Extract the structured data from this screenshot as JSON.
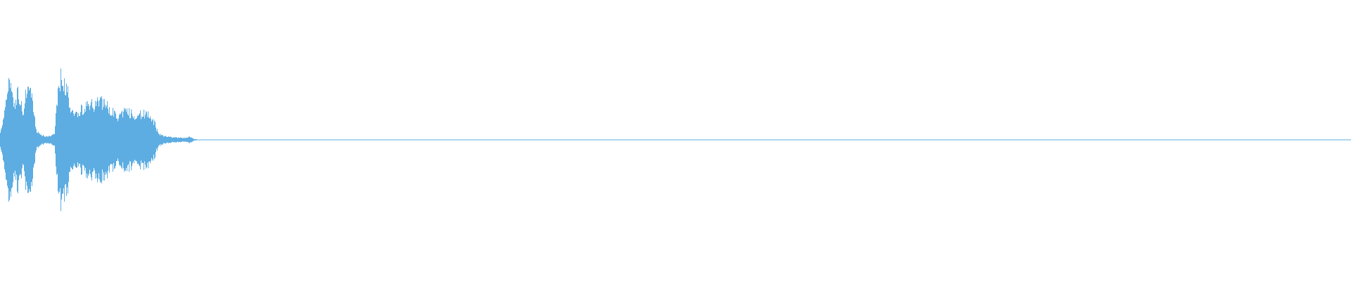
{
  "waveform": {
    "color": "#5dade2",
    "background": "#ffffff",
    "amplitude_envelope": [
      0.1,
      0.45,
      0.95,
      0.55,
      0.7,
      0.4,
      0.85,
      0.6,
      0.12,
      0.08,
      0.05,
      0.05,
      0.08,
      0.95,
      0.88,
      0.7,
      0.38,
      0.4,
      0.45,
      0.5,
      0.55,
      0.52,
      0.6,
      0.55,
      0.48,
      0.42,
      0.32,
      0.38,
      0.45,
      0.4,
      0.35,
      0.38,
      0.4,
      0.36,
      0.28,
      0.1,
      0.06,
      0.05,
      0.04,
      0.035,
      0.03,
      0.025,
      0.05,
      0.01,
      0.005,
      0.005,
      0.004,
      0.004,
      0.004,
      0.004,
      0.005,
      0.005,
      0.006,
      0.006,
      0.006,
      0.006,
      0.005,
      0.005,
      0.005,
      0.004,
      0.004,
      0.004,
      0.004,
      0.003,
      0.003,
      0.003,
      0.003,
      0.003,
      0.003,
      0.003,
      0.003,
      0.003,
      0.003,
      0.003,
      0.003,
      0.003,
      0.003,
      0.003,
      0.003,
      0.003,
      0.003,
      0.003,
      0.004,
      0.004,
      0.004,
      0.004,
      0.004,
      0.004,
      0.005,
      0.005,
      0.005,
      0.005,
      0.005,
      0.005,
      0.004,
      0.004,
      0.004,
      0.004,
      0.004,
      0.004,
      0.004,
      0.004,
      0.004,
      0.004,
      0.004,
      0.004,
      0.003,
      0.003,
      0.003,
      0.003,
      0.003,
      0.003,
      0.003,
      0.003,
      0.003,
      0.003,
      0.003,
      0.003,
      0.003,
      0.003,
      0.003,
      0.003,
      0.003,
      0.003,
      0.003,
      0.003,
      0.003,
      0.003,
      0.003,
      0.003,
      0.004,
      0.004,
      0.004,
      0.003,
      0.003,
      0.003,
      0.003,
      0.003,
      0.003,
      0.004,
      0.004,
      0.004,
      0.004,
      0.004,
      0.004,
      0.004,
      0.004,
      0.004,
      0.004,
      0.004,
      0.004,
      0.004,
      0.004,
      0.004,
      0.004,
      0.004,
      0.004,
      0.004,
      0.004,
      0.004,
      0.004,
      0.004,
      0.004,
      0.004,
      0.004,
      0.004,
      0.004,
      0.004,
      0.004,
      0.004,
      0.004,
      0.004,
      0.004,
      0.004,
      0.004,
      0.004,
      0.004,
      0.004,
      0.004,
      0.004,
      0.004,
      0.004,
      0.004,
      0.004,
      0.004,
      0.004,
      0.004,
      0.004,
      0.004,
      0.004,
      0.004,
      0.004,
      0.004,
      0.004,
      0.004,
      0.004,
      0.004,
      0.004,
      0.004,
      0.004,
      0.004,
      0.004,
      0.004,
      0.004,
      0.004,
      0.004,
      0.004,
      0.004,
      0.004,
      0.004,
      0.004,
      0.004,
      0.004,
      0.004,
      0.004,
      0.004,
      0.004,
      0.004,
      0.004,
      0.004,
      0.004,
      0.004,
      0.004,
      0.004,
      0.004,
      0.004,
      0.004,
      0.004,
      0.004,
      0.004,
      0.004,
      0.004,
      0.004,
      0.004,
      0.004,
      0.004,
      0.004,
      0.004,
      0.004,
      0.004,
      0.004,
      0.004,
      0.004,
      0.004,
      0.004,
      0.004,
      0.004,
      0.004,
      0.004,
      0.004,
      0.004,
      0.004,
      0.004,
      0.004,
      0.004,
      0.004,
      0.004,
      0.004,
      0.004,
      0.004,
      0.004,
      0.004,
      0.004,
      0.004,
      0.004,
      0.004,
      0.004,
      0.004,
      0.004,
      0.004,
      0.004,
      0.004,
      0.004,
      0.004,
      0.004,
      0.004,
      0.004,
      0.004,
      0.004,
      0.004,
      0.004,
      0.004,
      0.004,
      0.004,
      0.004,
      0.004,
      0.004,
      0.004,
      0.004,
      0.004,
      0.004,
      0.004,
      0.004,
      0.004,
      0.004,
      0.004,
      0.004,
      0.004,
      0.004,
      0.004
    ]
  }
}
